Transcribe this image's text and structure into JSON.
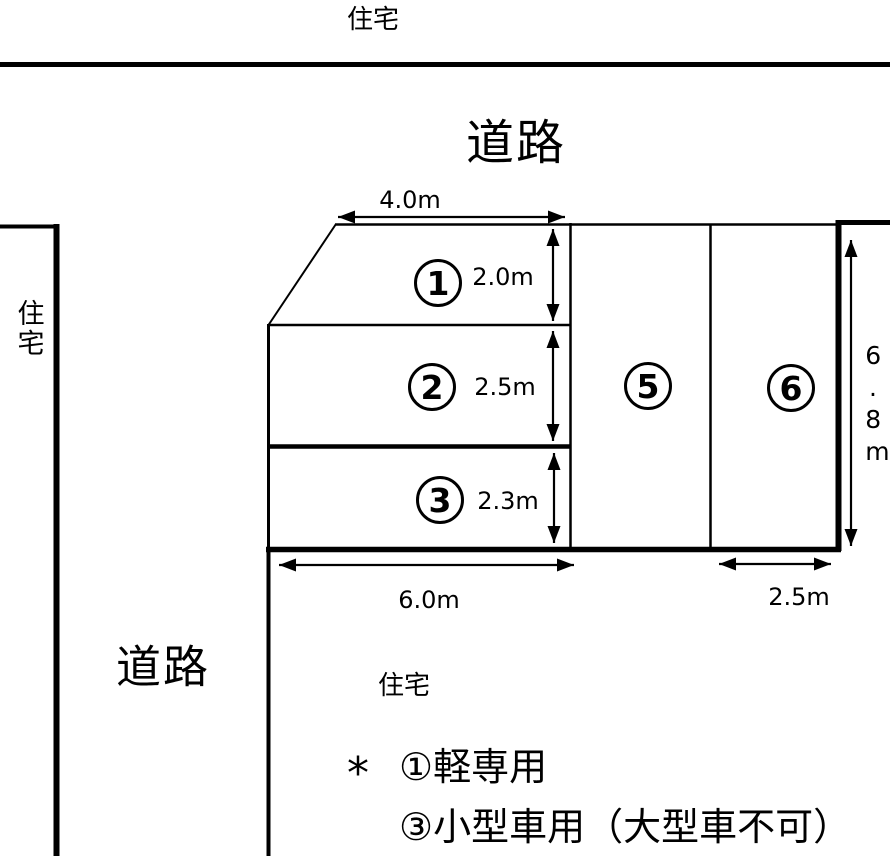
{
  "labels": {
    "house_top": "住宅",
    "road_top": "道路",
    "house_left": "住宅",
    "road_left": "道路",
    "house_bottom": "住宅"
  },
  "spaces": {
    "s1": "1",
    "s2": "2",
    "s3": "3",
    "s5": "5",
    "s6": "6"
  },
  "dimensions": {
    "top_width": "4.0m",
    "s1_depth": "2.0m",
    "s2_depth": "2.5m",
    "s3_depth": "2.3m",
    "bottom_width": "6.0m",
    "s6_width": "2.5m",
    "right_depth": "6.8m"
  },
  "notes": {
    "marker": "*",
    "line1": "①軽専用",
    "line2": "③小型車用（大型車不可）"
  },
  "colors": {
    "ink": "#000000",
    "background": "#ffffff"
  }
}
